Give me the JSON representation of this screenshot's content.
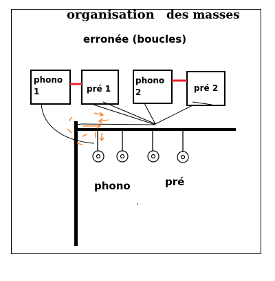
{
  "title": {
    "part1": "organisation",
    "part2": "des masses",
    "subtitle": "erronée (boucles)"
  },
  "boxes": [
    {
      "id": "phono1",
      "line1": "phono",
      "line2": "1"
    },
    {
      "id": "pre1",
      "line1": "pré 1",
      "line2": ""
    },
    {
      "id": "phono2",
      "line1": "phono",
      "line2": "2"
    },
    {
      "id": "pre2",
      "line1": "pré 2",
      "line2": ""
    }
  ],
  "labels": {
    "phono": "phono",
    "pre": "pré"
  },
  "colors": {
    "line": "#000000",
    "link": "#e8202a",
    "arrow": "#f07a20",
    "frame": "#000000"
  }
}
